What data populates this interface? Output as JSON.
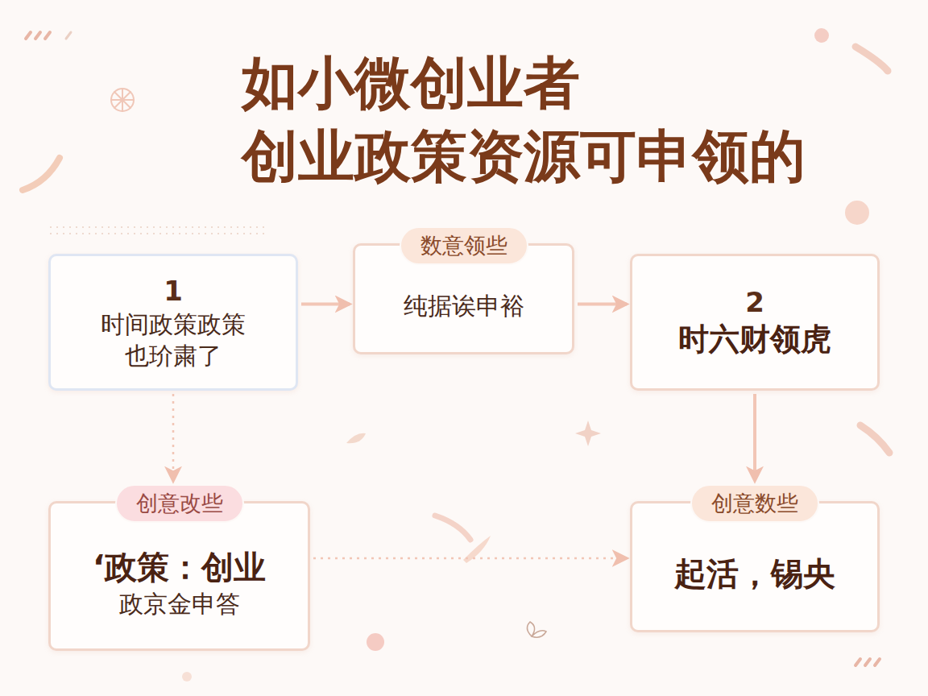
{
  "diagram": {
    "title": "如小微创业者 创业政策资源可申领的",
    "nodes": [
      {
        "text": [
          "1",
          "时间政策政策 也玠粛了"
        ]
      },
      {
        "text": [
          "数意领些",
          "纯据诶申裕"
        ]
      },
      {
        "text": [
          "2",
          "时六财领虎"
        ]
      },
      {
        "text": [
          "创意改些",
          "‘政策：创业",
          "政京金申答"
        ]
      },
      {
        "text": [
          "创意数些",
          "起活，锡央"
        ]
      }
    ],
    "edges": [
      {
        "from": 0,
        "to": 1,
        "arrow": "to"
      },
      {
        "from": 1,
        "to": 2,
        "arrow": "to"
      },
      {
        "from": 2,
        "to": 4,
        "arrow": "to"
      },
      {
        "from": 0,
        "to": 3,
        "arrow": "to"
      },
      {
        "from": 3,
        "to": 4,
        "arrow": "to"
      }
    ]
  }
}
